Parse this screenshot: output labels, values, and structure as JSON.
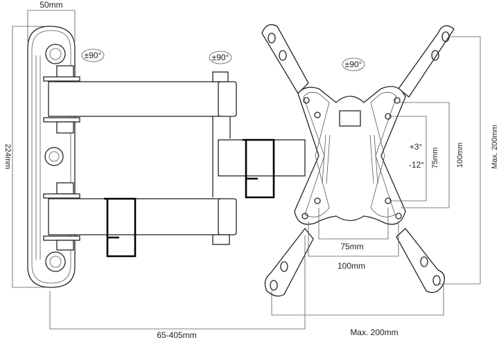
{
  "dimensions": {
    "wall_plate_width": "50mm",
    "wall_plate_height": "224mm",
    "extension": "65-405mm",
    "vesa_horizontal_small": "75mm",
    "vesa_horizontal_medium": "100mm",
    "vesa_horizontal_max": "Max. 200mm",
    "vesa_vertical_small": "75mm",
    "vesa_vertical_medium": "100mm",
    "vesa_vertical_max": "Max. 200mm"
  },
  "rotations": {
    "wall_pivot": "±90°",
    "arm_pivot": "±90°",
    "plate_rotation": "±90°",
    "tilt_up": "+3°",
    "tilt_down": "-12°"
  },
  "colors": {
    "line": "#222222",
    "background": "#ffffff"
  }
}
